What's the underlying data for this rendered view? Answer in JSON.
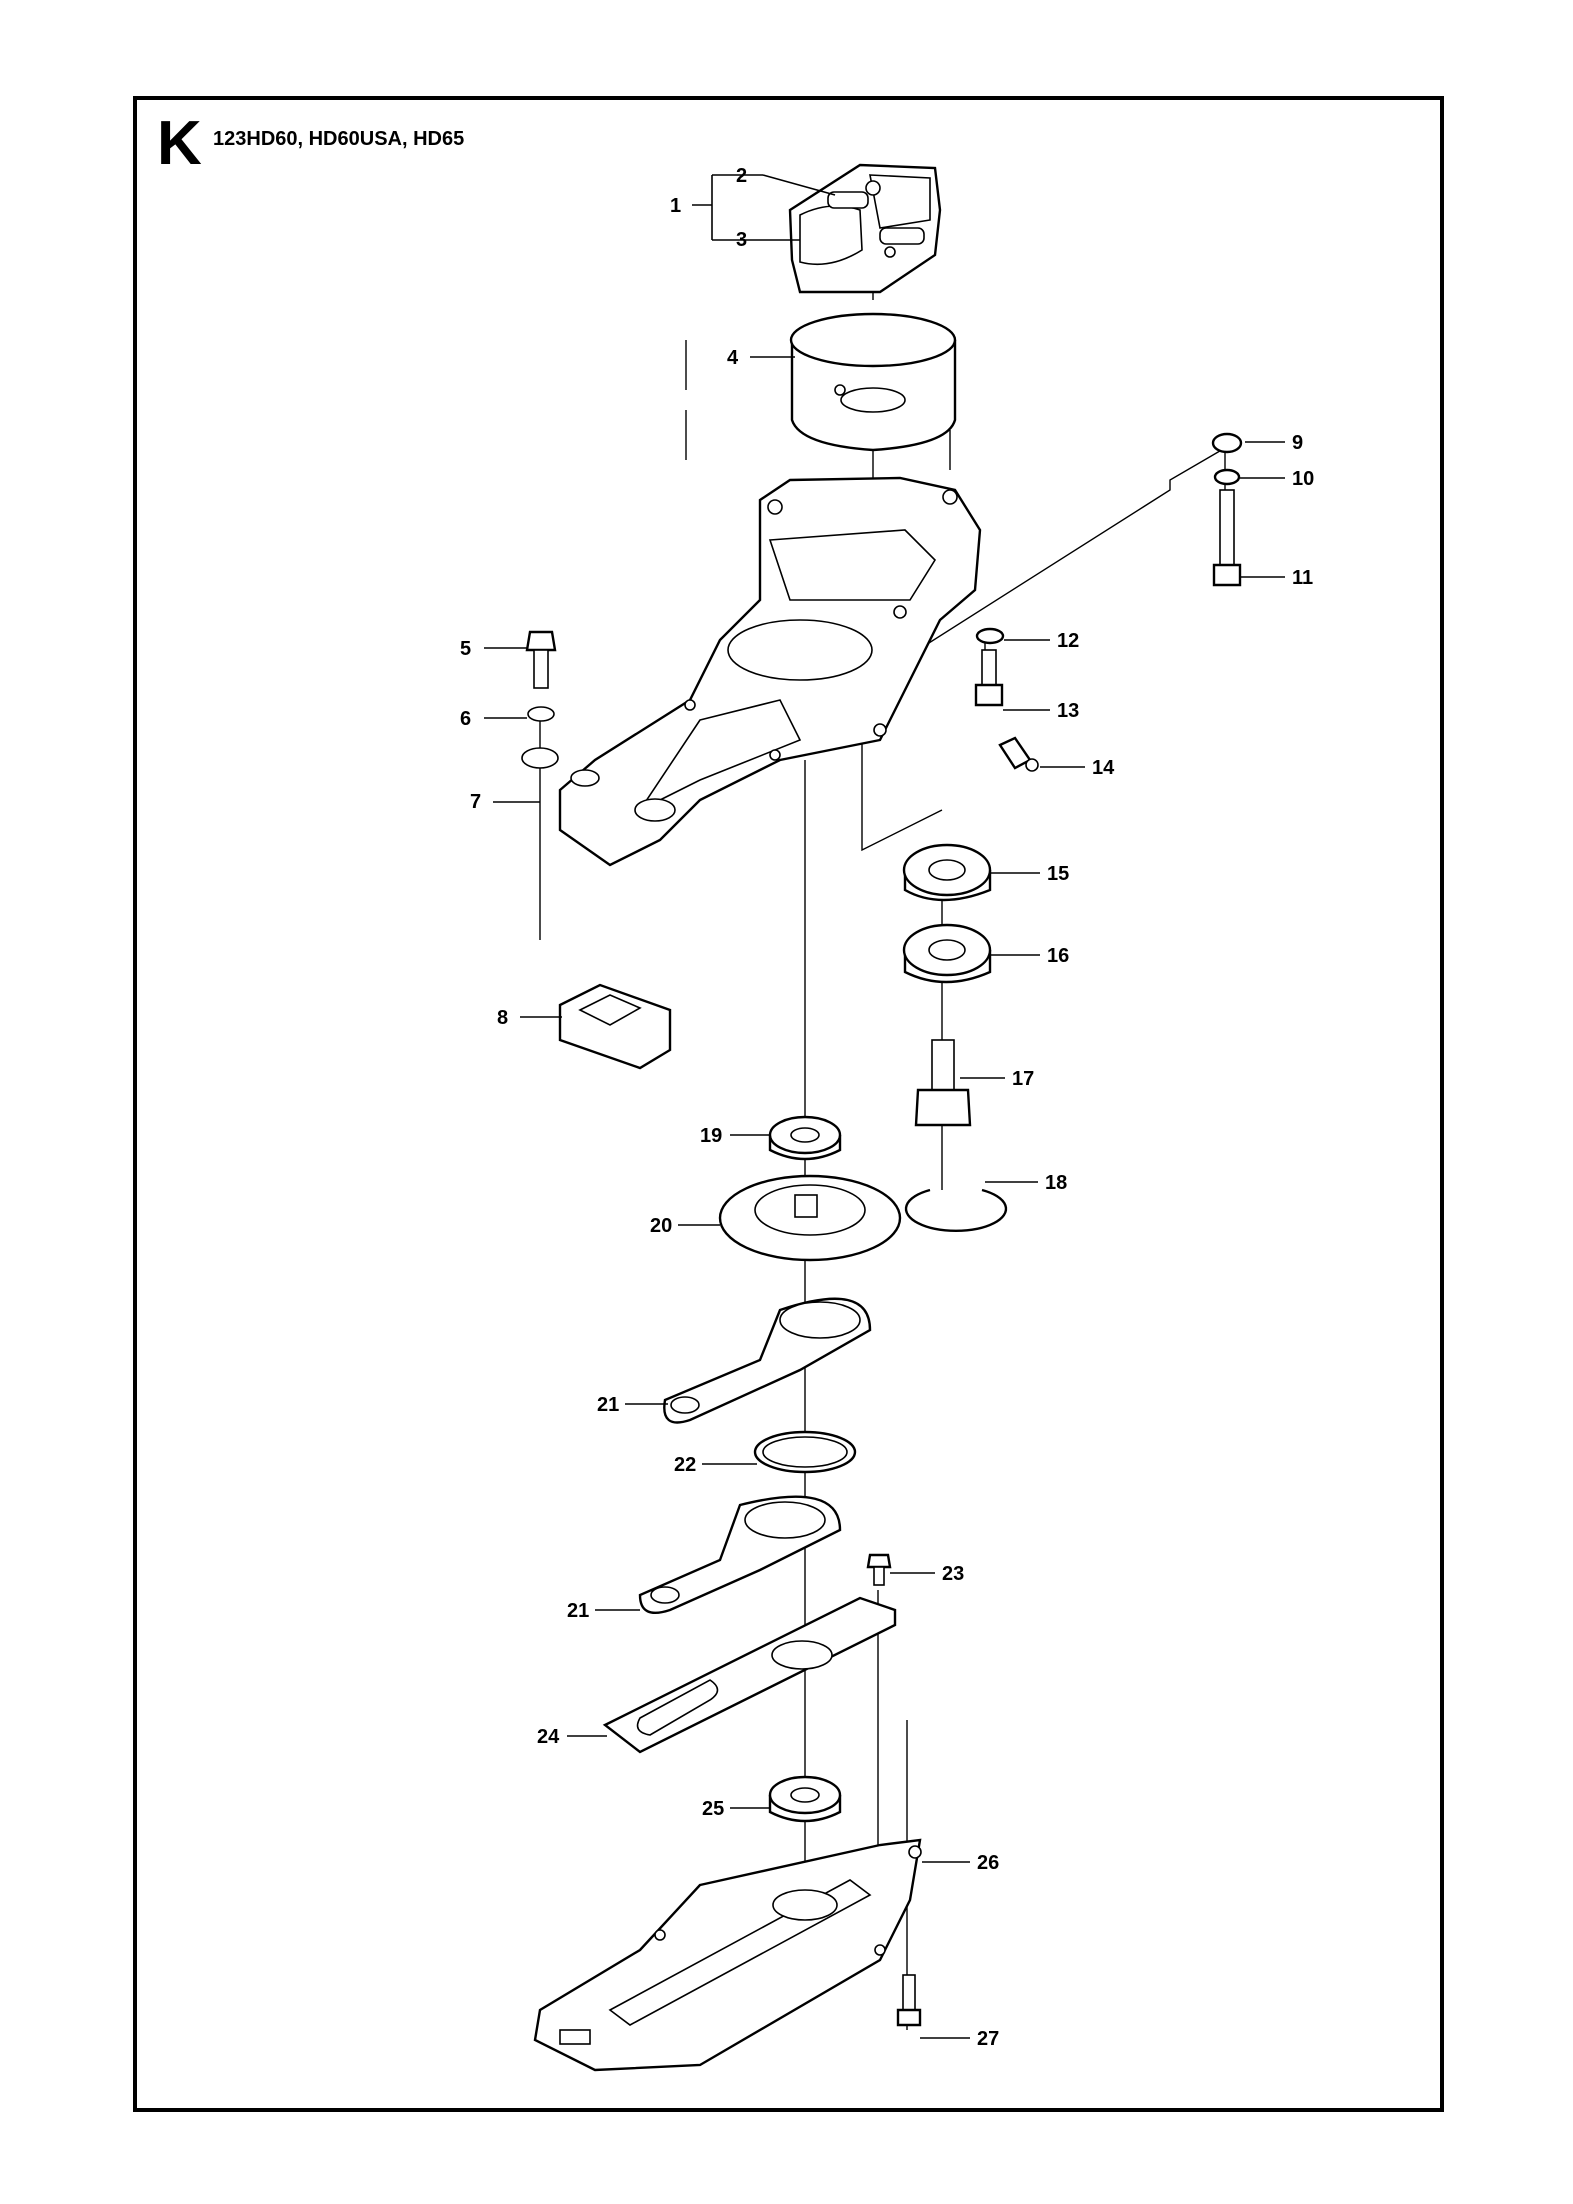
{
  "header": {
    "section_letter": "K",
    "models": "123HD60, HD60USA, HD65"
  },
  "part_labels": [
    {
      "id": "1",
      "text": "1"
    },
    {
      "id": "2",
      "text": "2"
    },
    {
      "id": "3",
      "text": "3"
    },
    {
      "id": "4",
      "text": "4"
    },
    {
      "id": "5",
      "text": "5"
    },
    {
      "id": "6",
      "text": "6"
    },
    {
      "id": "7",
      "text": "7"
    },
    {
      "id": "8",
      "text": "8"
    },
    {
      "id": "9",
      "text": "9"
    },
    {
      "id": "10",
      "text": "10"
    },
    {
      "id": "11",
      "text": "11"
    },
    {
      "id": "12",
      "text": "12"
    },
    {
      "id": "13",
      "text": "13"
    },
    {
      "id": "14",
      "text": "14"
    },
    {
      "id": "15",
      "text": "15"
    },
    {
      "id": "16",
      "text": "16"
    },
    {
      "id": "17",
      "text": "17"
    },
    {
      "id": "18",
      "text": "18"
    },
    {
      "id": "19",
      "text": "19"
    },
    {
      "id": "20",
      "text": "20"
    },
    {
      "id": "21a",
      "text": "21"
    },
    {
      "id": "22",
      "text": "22"
    },
    {
      "id": "21b",
      "text": "21"
    },
    {
      "id": "23",
      "text": "23"
    },
    {
      "id": "24",
      "text": "24"
    },
    {
      "id": "25",
      "text": "25"
    },
    {
      "id": "26",
      "text": "26"
    },
    {
      "id": "27",
      "text": "27"
    }
  ]
}
